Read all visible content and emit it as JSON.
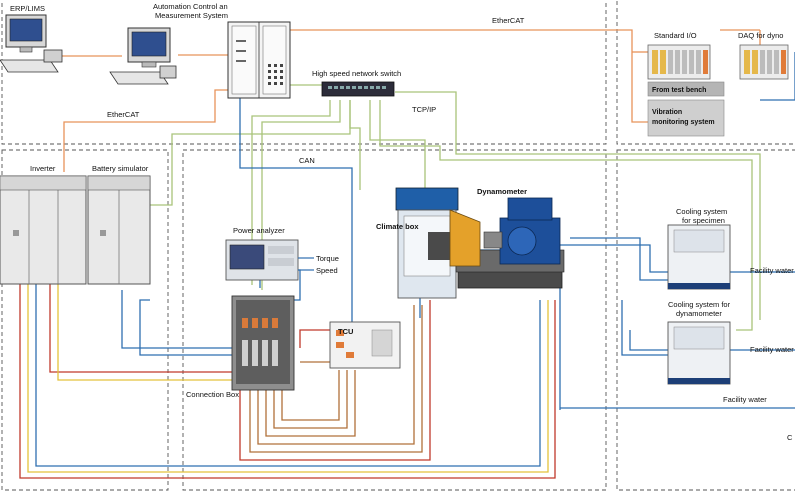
{
  "labels": {
    "erp": "ERP/LIMS",
    "acms_line1": "Automation Control an",
    "acms_line2": "Measurement System",
    "ethercat_top": "EtherCAT",
    "ethercat_left": "EtherCAT",
    "switch": "High speed network switch",
    "tcpip": "TCP/IP",
    "can": "CAN",
    "inverter": "Inverter",
    "battery": "Battery simulator",
    "power_analyzer": "Power analyzer",
    "torque": "Torque",
    "speed": "Speed",
    "connection_box": "Connection Box",
    "tcu": "TCU",
    "climate_box": "Climate box",
    "dynamometer": "Dynamometer",
    "standard_io": "Standard I/O",
    "daq_dyno": "DAQ for dyno",
    "from_test_bench": "From test bench",
    "vibration_line1": "Vibration",
    "vibration_line2": "monitoring system",
    "cooling_specimen_line1": "Cooling system",
    "cooling_specimen_line2": "for specimen",
    "cooling_dyno_line1": "Cooling system for",
    "cooling_dyno_line2": "dynamometer",
    "facility_water_1": "Facility water",
    "facility_water_2": "Facility water",
    "facility_water_3": "Facility water",
    "edge_c": "C"
  },
  "colors": {
    "orange": "#e8935a",
    "green": "#a9c47a",
    "blue": "#2f6fb0",
    "red": "#c0392b",
    "yellow": "#e3c23c",
    "brown": "#b0703a",
    "dash": "#555555"
  }
}
